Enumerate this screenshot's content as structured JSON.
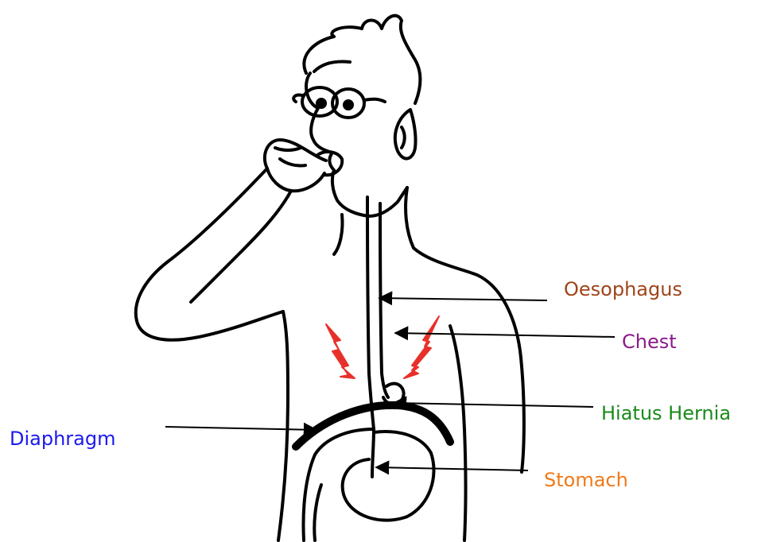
{
  "labels": {
    "oesophagus": "Oesophagus",
    "chest": "Chest",
    "hiatus_hernia": "Hiatus Hernia",
    "diaphragm": "Diaphragm",
    "stomach": "Stomach"
  },
  "colors": {
    "oesophagus": "#a0441a",
    "chest": "#8b1a8b",
    "hiatus_hernia": "#1a8a1a",
    "diaphragm": "#1a1aee",
    "stomach": "#f07a1a",
    "pain_bolt": "#e8302a",
    "outline": "#000000"
  },
  "icons": [
    "pain-bolt-icon",
    "pain-bolt-icon"
  ]
}
